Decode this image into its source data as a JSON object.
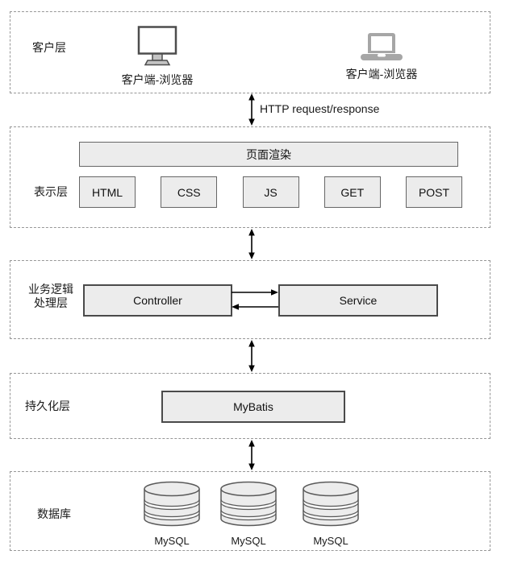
{
  "layers": {
    "client": {
      "label": "客户层"
    },
    "presentation": {
      "label": "表示层"
    },
    "business": {
      "label_line1": "业务逻辑",
      "label_line2": "处理层"
    },
    "persistence": {
      "label": "持久化层"
    },
    "database": {
      "label": "数据库"
    }
  },
  "client": {
    "desktop": {
      "label": "客户端-浏览器"
    },
    "laptop": {
      "label": "客户端-浏览器"
    }
  },
  "connectors": {
    "http": {
      "label": "HTTP request/response"
    }
  },
  "presentation": {
    "render_box": {
      "label": "页面渲染"
    },
    "boxes": [
      {
        "label": "HTML"
      },
      {
        "label": "CSS"
      },
      {
        "label": "JS"
      },
      {
        "label": "GET"
      },
      {
        "label": "POST"
      }
    ]
  },
  "business": {
    "controller": {
      "label": "Controller"
    },
    "service": {
      "label": "Service"
    }
  },
  "persistence": {
    "mybatis": {
      "label": "MyBatis"
    }
  },
  "database": {
    "instances": [
      {
        "label": "MySQL"
      },
      {
        "label": "MySQL"
      },
      {
        "label": "MySQL"
      }
    ]
  },
  "colors": {
    "box_fill": "#ececec",
    "box_stroke": "#666666",
    "strong_stroke": "#4a4a4a",
    "dashed_stroke": "#979797",
    "arrow": "#000000",
    "laptop_gray": "#a6a6a6",
    "monitor_stand_gray": "#c4c4c4",
    "cylinder_stroke": "#595959",
    "text": "#1a1a1a"
  }
}
